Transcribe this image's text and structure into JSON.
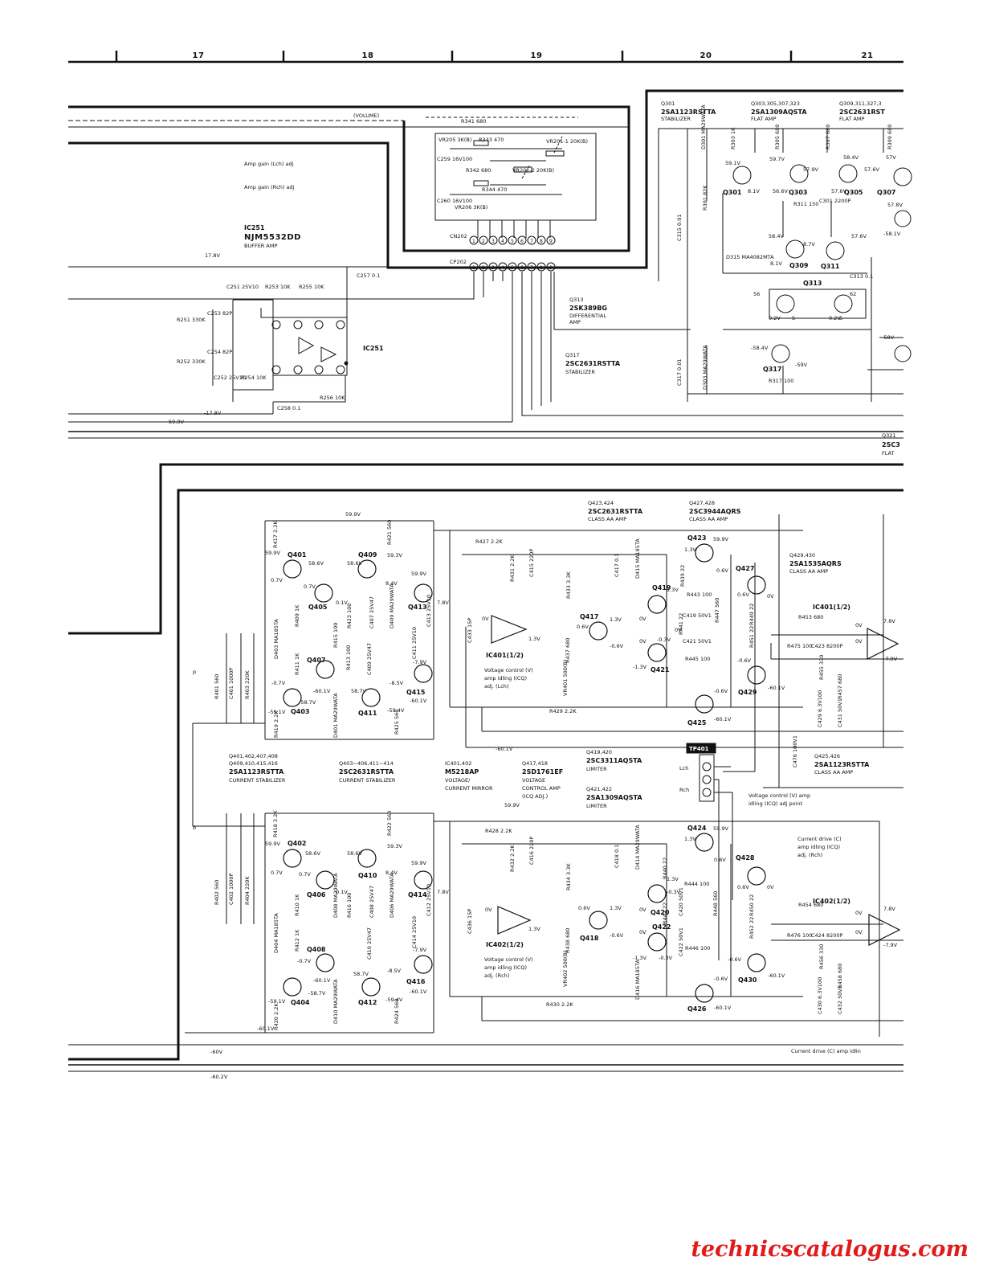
{
  "grid": {
    "columns": [
      "17",
      "18",
      "19",
      "20",
      "21"
    ]
  },
  "top_section": {
    "volume": "(VOLUME)",
    "amp_gain_l": "Amp gain (Lch) adj",
    "amp_gain_r": "Amp gain (Rch) adj",
    "ic251_name": "IC251",
    "ic251_part": "NJM5532DD",
    "ic251_role": "BUFFER AMP",
    "ic251_block": "IC251",
    "rail_pos": "17.8V",
    "rail_neg": "-17.8V",
    "rail_599": "59.9V",
    "connectors": {
      "cn": "CN202",
      "cp": "CP202",
      "pins": [
        "1",
        "2",
        "3",
        "4",
        "5",
        "6",
        "7",
        "8",
        "9"
      ]
    },
    "vr_labels": [
      "R341 680",
      "VR205 3K(B)",
      "R343 470",
      "VR201-1 20K(B)",
      "R342 680",
      "VR201-2 20K(B)",
      "R344 470",
      "VR206 3K(B)",
      "C259 16V100",
      "C260 16V100"
    ],
    "front_parts": [
      "C251 25V10",
      "R253 10K",
      "R255 10K",
      "R251 330K",
      "C253 82P",
      "R252 330K",
      "C254 82P",
      "C252 25V10",
      "R254 10K",
      "R256 10K",
      "C257 0.1",
      "C258 0.1"
    ],
    "q301": {
      "id": "Q301",
      "part": "2SA1123RSTTA",
      "role": "STABILIZER"
    },
    "q303": {
      "id": "Q303,305,307,323",
      "part": "2SA1309AQSTA",
      "role": "FLAT AMP"
    },
    "q309": {
      "id": "Q309,311,327,3",
      "part": "2SC2631RST",
      "role": "FLAT AMP"
    },
    "q313": {
      "id": "Q313",
      "part": "2SK389BG",
      "role1": "DIFFERENTIAL",
      "role2": "AMP"
    },
    "q317": {
      "id": "Q317",
      "part": "2SC2631RSTTA",
      "role": "STABILIZER"
    },
    "right_cut": {
      "id": "Q321",
      "part": "2SC3",
      "role": "FLAT"
    },
    "transistors": [
      "Q301",
      "Q303",
      "Q305",
      "Q307",
      "Q309",
      "Q311",
      "Q313",
      "Q317"
    ],
    "parts": [
      "D301 MA29WATA",
      "R303 1K",
      "R305 680",
      "R307 680",
      "R309 680",
      "R301 82K",
      "R311 150",
      "C301 2200P",
      "D315 MA4082MTA",
      "C313 0.1",
      "D303 MA29WATA",
      "R317 100",
      "C315 0.01",
      "C317 0.01"
    ],
    "voltages": [
      "59.1V",
      "59.7V",
      "57.9V",
      "58.4V",
      "57.6V",
      "57V",
      "8.1V",
      "56.6V",
      "57.6V",
      "8.7V",
      "57.6V",
      "58.4V",
      "8.1V",
      "-58V",
      "0.2V",
      "0.2V",
      "-59V",
      "-58.4V",
      "57.8V",
      "-58.1V",
      "56",
      "62",
      "S",
      "S"
    ]
  },
  "bottom_section": {
    "rail": "59.9V",
    "rail2": "-60.1V",
    "rail_60": "-60V",
    "rail_602": "-60.2V",
    "rail_mid": "-60.1V",
    "labels": {
      "p": "p",
      "b": "b"
    },
    "q423": {
      "id": "Q423,424",
      "part": "2SC2631RSTTA",
      "role": "CLASS AA AMP"
    },
    "q427": {
      "id": "Q427,428",
      "part": "2SC3944AQRS",
      "role": "CLASS AA AMP"
    },
    "q429": {
      "id": "Q429,430",
      "part": "2SA1535AQRS",
      "role": "CLASS AA AMP"
    },
    "q425": {
      "id": "Q425,426",
      "part": "2SA1123RSTTA",
      "role": "CLASS AA AMP"
    },
    "list1": {
      "id1": "Q401,402,407,408",
      "id2": "Q409,410,415,416",
      "part": "2SA1123RSTTA",
      "role": "CURRENT STABILIZER"
    },
    "list2": {
      "id": "Q403~406,411~414",
      "part": "2SC2631RSTTA",
      "role": "CURRENT STABILIZER"
    },
    "list3": {
      "id": "IC401,402",
      "part": "M5218AP",
      "role1": "VOLTAGE/",
      "role2": "CURRENT MIRROR"
    },
    "list4": {
      "id": "Q417,418",
      "part": "2SD1761EF",
      "role1": "VOLTAGE",
      "role2": "CONTROL AMP",
      "role3": "(ICQ ADJ.)"
    },
    "list5": {
      "id": "Q419,420",
      "part": "2SC3311AQSTA",
      "role": "LIMITER"
    },
    "list6": {
      "id": "Q421,422",
      "part": "2SA1309AQSTA",
      "role": "LIMITER"
    },
    "tp": {
      "label": "TP401",
      "lch": "Lch",
      "rch": "Rch"
    },
    "icq_note1": "Voltage control (V) amp",
    "icq_note2": "idling (ICQ) adj point",
    "vc_l1": "Voltage control (V)",
    "vc_l2": "amp idling (ICQ)",
    "vc_l3": "adj. (Lch)",
    "vc_r1": "Voltage control (V)",
    "vc_r2": "amp idling (ICQ)",
    "vc_r3": "adj. (Rch)",
    "cd_1": "Current drive (C)",
    "cd_2": "amp idling (ICQ)",
    "cd_3": "adj. (Rch)",
    "cd_bottom": "Current drive (C) amp idlin",
    "ic401_1": "IC401(1/2)",
    "ic401_2": "IC401(1/2)",
    "ic402_1": "IC402(1/2)",
    "ic402_2": "IC402(1/2)",
    "transistors_l": [
      "Q401",
      "Q409",
      "Q405",
      "Q413",
      "Q407",
      "Q403",
      "Q411",
      "Q415",
      "Q417",
      "Q419",
      "Q421",
      "Q423",
      "Q425",
      "Q427",
      "Q429"
    ],
    "transistors_r": [
      "Q402",
      "Q410",
      "Q406",
      "Q414",
      "Q408",
      "Q404",
      "Q412",
      "Q416",
      "Q418",
      "Q420",
      "Q422",
      "Q424",
      "Q426",
      "Q428",
      "Q430"
    ],
    "parts_l": [
      "R417 2.2K",
      "R421 560",
      "R427 2.2K",
      "R431 2.2K",
      "C415 220P",
      "R433 3.3K",
      "C417 0.1",
      "D415 MA185TA",
      "R439 22",
      "R443 100",
      "R447 560",
      "R449 22",
      "R453 680",
      "R475 100",
      "C423 8200P",
      "R409 1K",
      "D409 MA29WATA",
      "C407 25V47",
      "R423 100",
      "R415 100",
      "D403 MA185TA",
      "R411 1K",
      "C409 25V47",
      "C413 25V10",
      "C411 25V10",
      "R401 560",
      "C401 1000P",
      "R403 220K",
      "R419 2.2K",
      "D401 MA29WATA",
      "R425 560",
      "C433 15P",
      "R437 680",
      "VR401 500(B)",
      "R429 2.2K",
      "R441 22",
      "C419 50V1",
      "C421 50V1",
      "R445 100",
      "R451 22",
      "R455 330",
      "C429 6.3V100",
      "R457 680",
      "C431 50V1",
      "C476 100V1",
      "R413 100"
    ],
    "parts_r": [
      "R418 2.2K",
      "R422 560",
      "R428 2.2K",
      "R432 2.2K",
      "C416 220P",
      "R434 3.3K",
      "C418 0.1",
      "D414 MA29WATA",
      "R440 22",
      "R444 100",
      "R448 560",
      "R450 22",
      "R454 680",
      "R476 100",
      "C424 8200P",
      "D404 MA185TA",
      "R410 1K",
      "D406 MA29WATA",
      "C408 25V47",
      "R424 560",
      "C414 25V10",
      "C412 25V10",
      "R402 560",
      "C402 1000P",
      "R404 220K",
      "R420 2.2K",
      "D410 MA29WATA",
      "C436 15P",
      "R438 680",
      "VR402 500(B)",
      "R430 2.2K",
      "R442 22",
      "C420 50V1",
      "C422 50V1",
      "R446 100",
      "R452 22",
      "R456 330",
      "C430 6.3V100",
      "R458 680",
      "D416 MA185TA",
      "R412 1K",
      "R416 100",
      "D408 MA29WATA",
      "C410 25V47",
      "C432 50V1"
    ],
    "volts_l": [
      "59.9V",
      "58.6V",
      "58.6V",
      "59.3V",
      "0.7V",
      "0.7V",
      "0.1V",
      "8.4V",
      "59.9V",
      "7.8V",
      "-0.7V",
      "-60.1V",
      "-58.7V",
      "58.7V",
      "-8.5V",
      "-7.9V",
      "-59.1V",
      "-59.4V",
      "-60.1V",
      "0V",
      "1.3V",
      "0.6V",
      "1.3V",
      "-0.6V",
      "1.3V",
      "1.3V",
      "0V",
      "-0.3V",
      "-1.3V",
      "-0.6V",
      "0.6V",
      "59.9V",
      "0.6V",
      "0V",
      "-60.1V",
      "-0.6V",
      "-60.1V",
      "0V",
      "0V",
      "7.8V",
      "-7.9V",
      "0V",
      "0V"
    ],
    "volts_r": [
      "59.9V",
      "58.6V",
      "58.6V",
      "59.3V",
      "0.7V",
      "0.7V",
      "0.1V",
      "8.4V",
      "59.9V",
      "7.8V",
      "-0.7V",
      "-60.1V",
      "-58.7V",
      "58.7V",
      "-8.5V",
      "-7.9V",
      "-59.1V",
      "-59.4V",
      "-60.1V",
      "0V",
      "1.3V",
      "0.6V",
      "1.3V",
      "-0.6V",
      "1.3V",
      "1.3V",
      "0V",
      "-0.3V",
      "-1.3V",
      "-0.6V",
      "0.6V",
      "59.9V",
      "0.6V",
      "0V",
      "-60.1V",
      "-0.6V",
      "-60.1V",
      "0V",
      "-0.3V",
      "7.8V",
      "-7.9V",
      "0V",
      "0V"
    ]
  },
  "watermark": "technicscatalogus.com"
}
